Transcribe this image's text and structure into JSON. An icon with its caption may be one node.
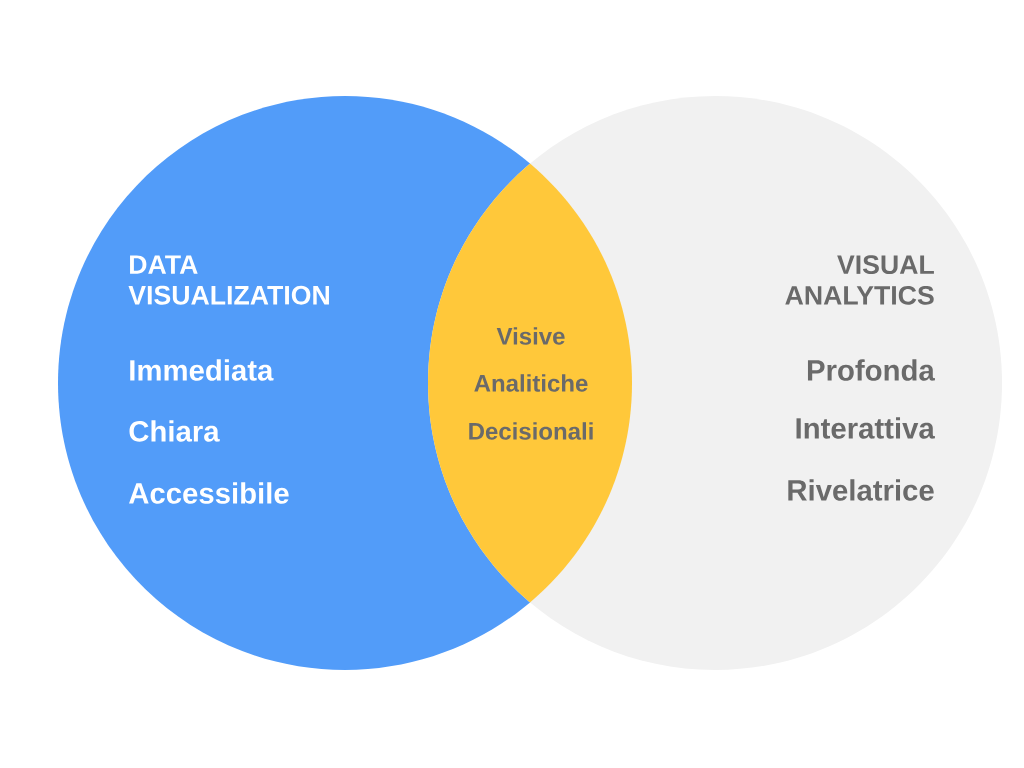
{
  "diagram": {
    "nodes": [
      {
        "text": [
          "DATA VISUALIZATION",
          "Immediata",
          "Chiara",
          "Accessibile"
        ]
      },
      {
        "text": [
          "Visive",
          "Analitiche",
          "Decisionali"
        ]
      },
      {
        "text": [
          "VISUAL ANALYTICS",
          "Profonda",
          "Interattiva",
          "Rivelatrice"
        ]
      }
    ]
  }
}
